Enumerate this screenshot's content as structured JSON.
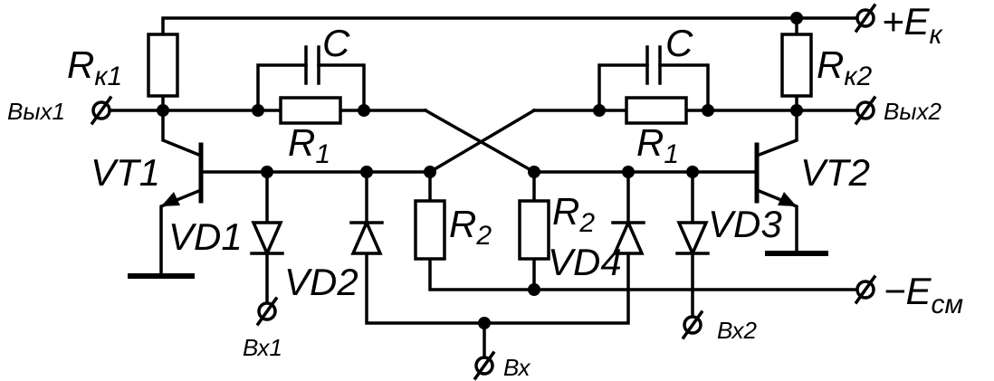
{
  "labels": {
    "rk1": "R",
    "rk1_sub": "к1",
    "rk2": "R",
    "rk2_sub": "к2",
    "c_left": "C",
    "c_right": "C",
    "r1_left": "R",
    "r1_left_sub": "1",
    "r1_right": "R",
    "r1_right_sub": "1",
    "r2_left": "R",
    "r2_left_sub": "2",
    "r2_right": "R",
    "r2_right_sub": "2",
    "vt1": "VT1",
    "vt2": "VT2",
    "vd1": "VD1",
    "vd2": "VD2",
    "vd3": "VD3",
    "vd4": "VD4",
    "out1": "Вых1",
    "out2": "Вых2",
    "ek": "+E",
    "ek_sub": "к",
    "esm": "−E",
    "esm_sub": "см",
    "in1": "Вх1",
    "in2": "Вх2",
    "in": "Вх"
  }
}
